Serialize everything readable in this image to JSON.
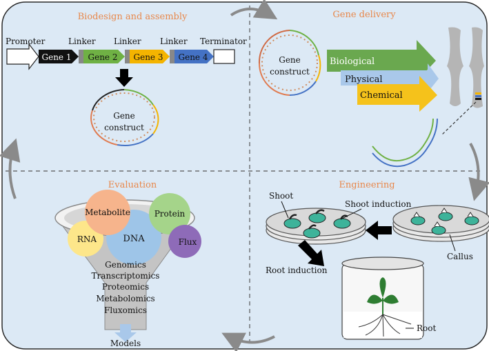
{
  "colors": {
    "panel_bg": "#dce9f5",
    "panel_border": "#2a2a2a",
    "section_title": "#e8874a",
    "gene1": "#111111",
    "gene2": "#6fb144",
    "gene3": "#f4b400",
    "gene4": "#4472c4",
    "biological": "#6aa84f",
    "physical": "#a9c8ea",
    "chemical": "#f5c21b",
    "metabolite": "#f6b48c",
    "protein": "#a5d48a",
    "rna": "#fde68a",
    "dna": "#9ec5e8",
    "flux": "#8e6bb8"
  },
  "sections": {
    "biodesign": "Biodesign and assembly",
    "delivery": "Gene delivery",
    "evaluation": "Evaluation",
    "engineering": "Engineering"
  },
  "biodesign": {
    "promoter": "Promoter",
    "linkers": [
      "Linker",
      "Linker",
      "Linker"
    ],
    "genes": [
      "Gene 1",
      "Gene 2",
      "Gene 3",
      "Gene 4"
    ],
    "terminator": "Terminator",
    "construct_line1": "Gene",
    "construct_line2": "construct"
  },
  "delivery": {
    "construct_line1": "Gene",
    "construct_line2": "construct",
    "methods": [
      "Biological",
      "Physical",
      "Chemical"
    ]
  },
  "evaluation": {
    "molecules": [
      "Metabolite",
      "Protein",
      "RNA",
      "DNA",
      "Flux"
    ],
    "omics": [
      "Genomics",
      "Transcriptomics",
      "Proteomics",
      "Metabolomics",
      "Fluxomics"
    ],
    "output": "Models"
  },
  "engineering": {
    "shoot": "Shoot",
    "shoot_induction": "Shoot induction",
    "callus": "Callus",
    "root_induction": "Root induction",
    "root": "Root"
  },
  "icons": [
    "cycle-arrow-icon",
    "dna-plasmid-icon",
    "chromosome-icon",
    "petri-dish-icon",
    "plant-jar-icon",
    "funnel-icon"
  ]
}
